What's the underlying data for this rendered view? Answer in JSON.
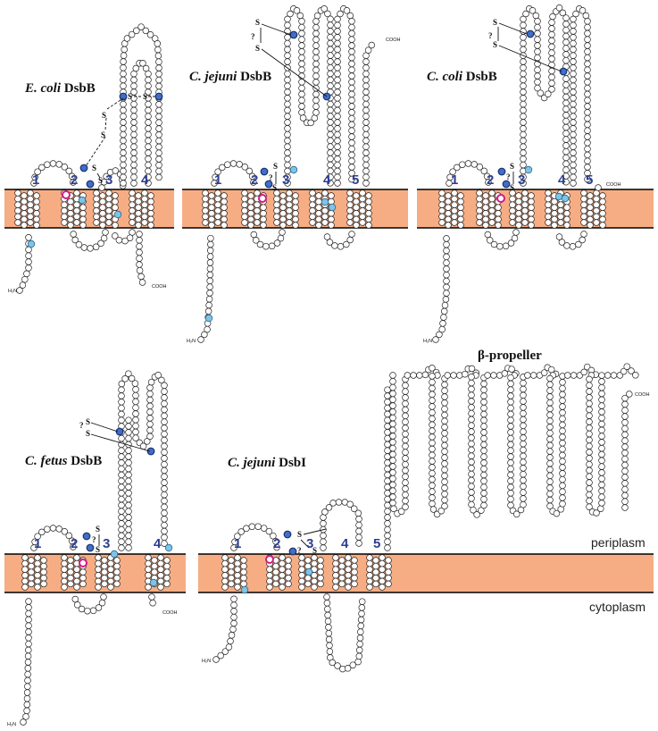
{
  "panels": [
    {
      "id": "ecoli",
      "title_italic": "E. coli",
      "title_rest": " DsbB",
      "helix_labels": [
        "1",
        "2",
        "3",
        "4"
      ],
      "n_terminus": "H₂N",
      "c_terminus": "COOH",
      "disulfide_labels": [
        "S",
        "S",
        "S",
        "S",
        "S",
        "S"
      ]
    },
    {
      "id": "cjejuni-dsbb",
      "title_italic": "C. jejuni",
      "title_rest": " DsbB",
      "helix_labels": [
        "1",
        "2",
        "3",
        "4",
        "5"
      ],
      "n_terminus": "H₂N",
      "c_terminus": "COOH",
      "disulfide_labels": [
        "S",
        "?",
        "S",
        "S",
        "?",
        "S"
      ]
    },
    {
      "id": "ccoli",
      "title_italic": "C. coli",
      "title_rest": " DsbB",
      "helix_labels": [
        "1",
        "2",
        "3",
        "4",
        "5"
      ],
      "n_terminus": "H₂N",
      "c_terminus": "COOH",
      "disulfide_labels": [
        "S",
        "?",
        "S",
        "S",
        "?",
        "S"
      ]
    },
    {
      "id": "cfetus",
      "title_italic": "C. fetus",
      "title_rest": " DsbB",
      "helix_labels": [
        "1",
        "2",
        "3",
        "4"
      ],
      "n_terminus": "H₂N",
      "c_terminus": "COOH",
      "disulfide_labels": [
        "S",
        "?",
        "S",
        "S",
        "?",
        "S"
      ]
    },
    {
      "id": "cjejuni-dsbi",
      "title_italic": "C. jejuni",
      "title_rest": " DsbI",
      "helix_labels": [
        "1",
        "2",
        "3",
        "4",
        "5"
      ],
      "n_terminus": "H₂N",
      "c_terminus": "COOH",
      "disulfide_labels": [
        "S",
        "?",
        "S"
      ]
    }
  ],
  "propeller_label": "β-propeller",
  "periplasm_label": "periplasm",
  "cytoplasm_label": "cytoplasm",
  "colors": {
    "membrane": "#f6ad84",
    "helix_numbers": "#2c3e91",
    "conserved_cysteine": "#3f6fc8",
    "other_conserved": "#7fc3e6",
    "catalytic_residue_ring": "#d11a8a"
  }
}
